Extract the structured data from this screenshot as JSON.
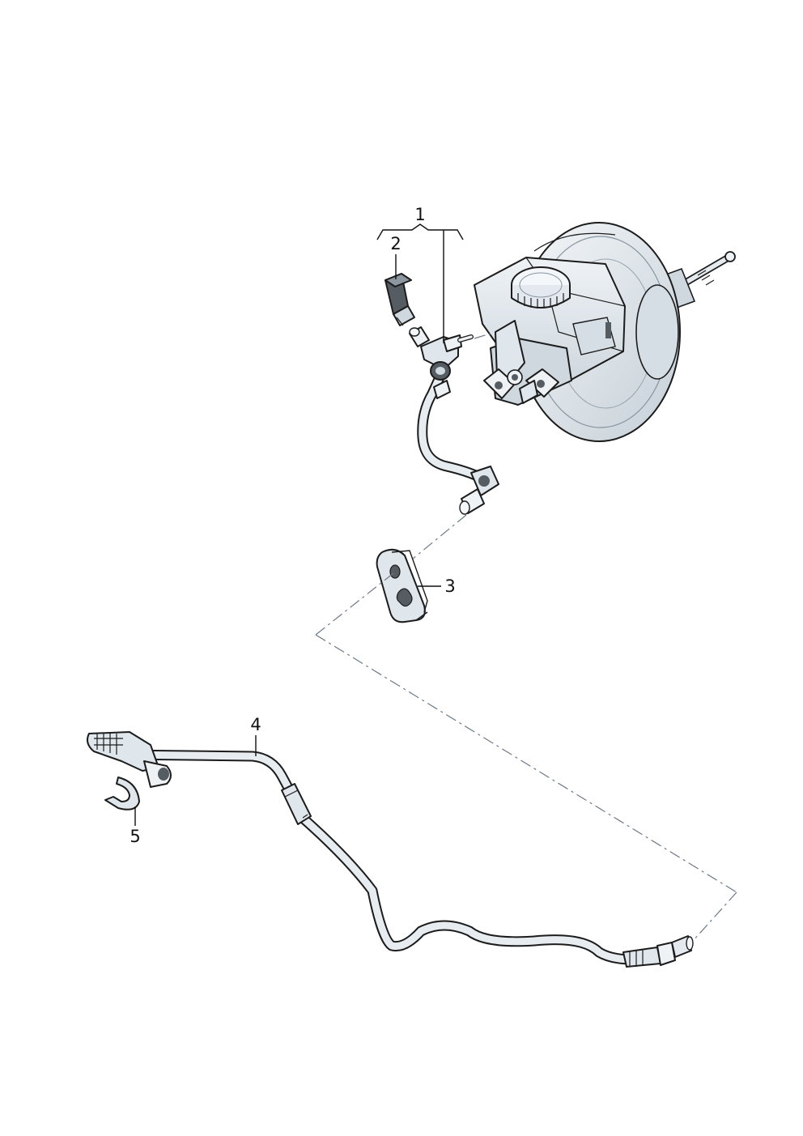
{
  "callouts": {
    "c1": "1",
    "c2": "2",
    "c3": "3",
    "c4": "4",
    "c5": "5"
  },
  "colors": {
    "part_fill": "#dfe6ec",
    "part_light": "#eef2f5",
    "part_shade": "#c3ced7",
    "part_dark": "#555d63",
    "outline": "#1c1c1c",
    "phantom_line": "#6c7a86"
  }
}
